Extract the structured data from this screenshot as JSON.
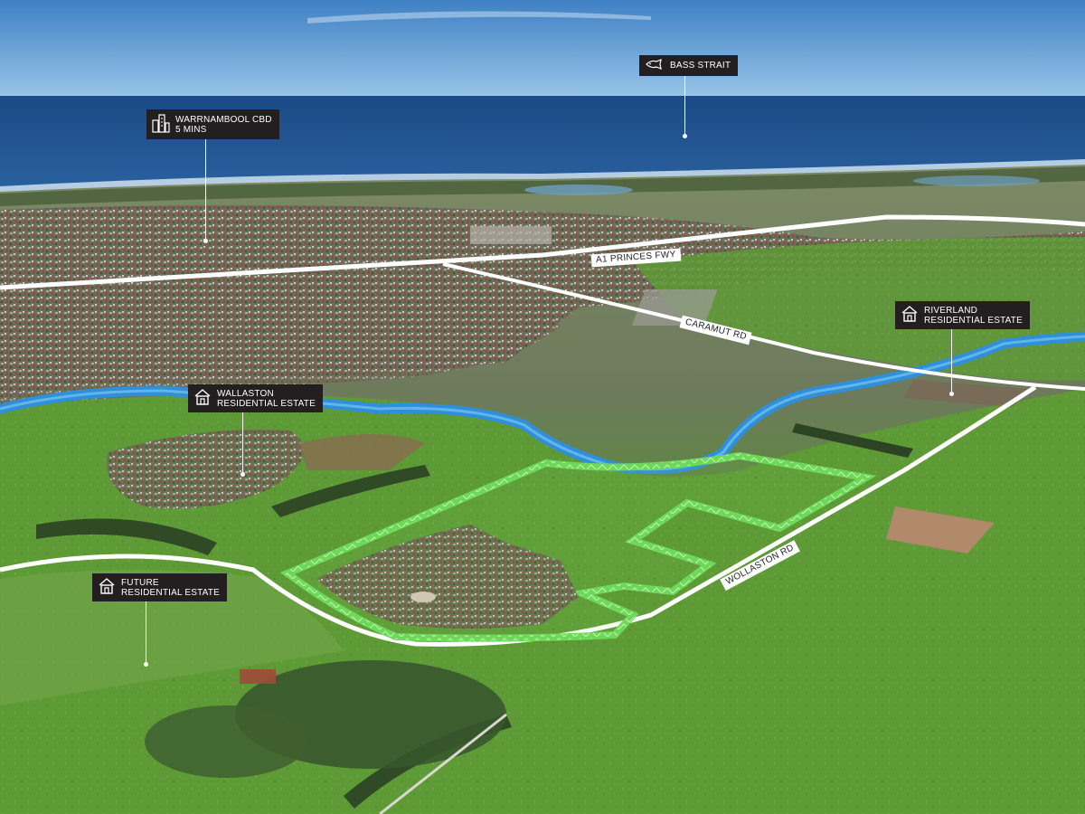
{
  "callouts": {
    "bass_strait": {
      "line1": "BASS STRAIT",
      "icon": "fish-icon"
    },
    "warrnambool_cbd": {
      "line1": "WARRNAMBOOL CBD",
      "line2": "5 MINS",
      "icon": "city-buildings-icon"
    },
    "riverland": {
      "line1": "RIVERLAND",
      "line2": "RESIDENTIAL ESTATE",
      "icon": "house-icon"
    },
    "wallaston": {
      "line1": "WALLASTON",
      "line2": "RESIDENTIAL ESTATE",
      "icon": "house-icon"
    },
    "future": {
      "line1": "FUTURE",
      "line2": "RESIDENTIAL ESTATE",
      "icon": "house-icon"
    }
  },
  "roads": {
    "princes_fwy": "A1 PRINCES FWY",
    "caramut_rd": "CARAMUT RD",
    "wollaston_rd": "WOLLASTON RD"
  },
  "colors": {
    "ocean": "#1d4f8f",
    "river": "#2f8fd8",
    "estate_boundary": "#7ee06a",
    "road": "#ffffff",
    "callout_bg": "#231f20"
  }
}
